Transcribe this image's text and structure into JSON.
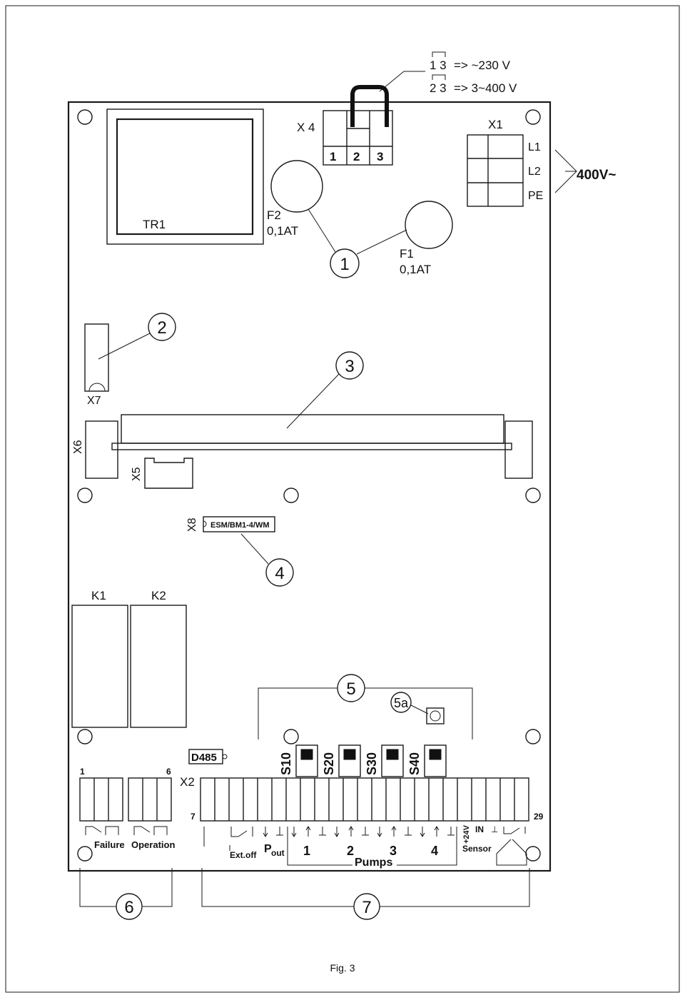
{
  "jumper": {
    "line1_pins": "1 3",
    "line1_value": "=>   ~230 V",
    "line2_pins": "2 3",
    "line2_value": "=> 3~400 V"
  },
  "tr1_label": "TR1",
  "x4": {
    "label": "X 4",
    "pins": [
      "1",
      "2",
      "3"
    ]
  },
  "x1": {
    "label": "X1",
    "terminals": [
      "L1",
      "L2",
      "PE"
    ],
    "supply": "400V~"
  },
  "fuses": {
    "f2_name": "F2",
    "f2_rating": "0,1AT",
    "f1_name": "F1",
    "f1_rating": "0,1AT"
  },
  "callouts": {
    "c1": "1",
    "c2": "2",
    "c3": "3",
    "c4": "4",
    "c5": "5",
    "c5a": "5a",
    "c6": "6",
    "c7": "7"
  },
  "connectors": {
    "x7": "X7",
    "x6": "X6",
    "x5": "X5",
    "x8": "X8",
    "x8_module": "ESM/BM1-4/WM",
    "d485": "D485"
  },
  "relays": {
    "k1": "K1",
    "k2": "K2"
  },
  "switches": [
    "S10",
    "S20",
    "S30",
    "S40"
  ],
  "terminals": {
    "left_start": "1",
    "left_end": "6",
    "x2": "X2",
    "x2_start": "7",
    "x2_end": "29",
    "failure": "Failure",
    "operation": "Operation",
    "ext_off": "Ext.off",
    "p_out_main": "P",
    "p_out_sub": "out",
    "pump_numbers": [
      "1",
      "2",
      "3",
      "4"
    ],
    "pumps": "Pumps",
    "plus24v": "+24V",
    "in": "IN",
    "sensor": "Sensor"
  },
  "caption": "Fig. 3"
}
